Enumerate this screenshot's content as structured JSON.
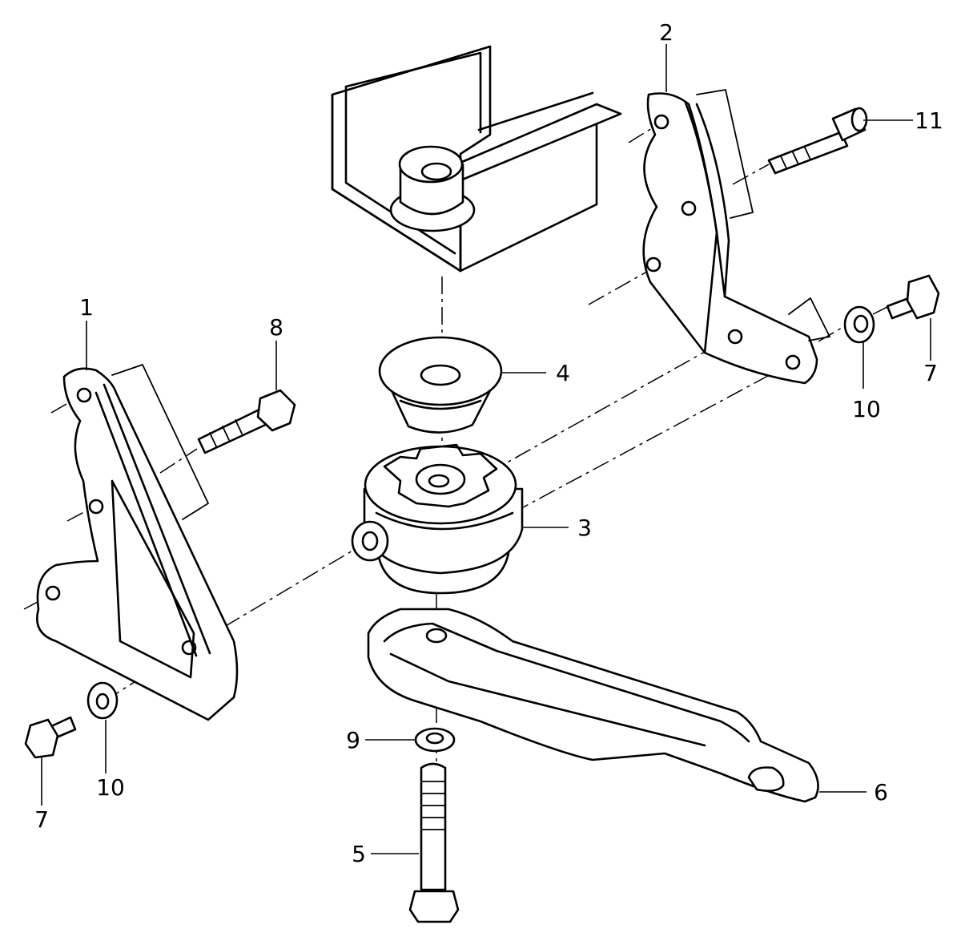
{
  "callouts": {
    "c1": "1",
    "c2": "2",
    "c3": "3",
    "c4": "4",
    "c5": "5",
    "c6": "6",
    "c7_left": "7",
    "c7_right": "7",
    "c8": "8",
    "c9": "9",
    "c10_left": "10",
    "c10_right": "10",
    "c11": "11"
  }
}
